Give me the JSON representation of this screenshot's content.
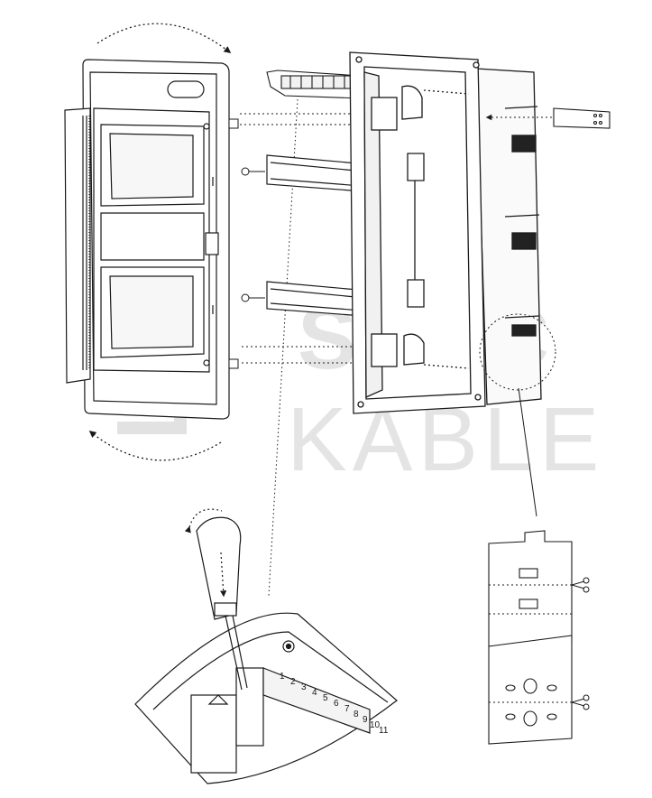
{
  "watermark": {
    "line1": "SPEC",
    "line2": "KABLE"
  },
  "terminal_numbers": [
    "1",
    "2",
    "3",
    "4",
    "5",
    "6",
    "7",
    "8",
    "9",
    "10",
    "11"
  ],
  "colors": {
    "line": "#1a1a1a",
    "watermark": "#dcdcdc",
    "fill_light": "#f4f4f4"
  }
}
